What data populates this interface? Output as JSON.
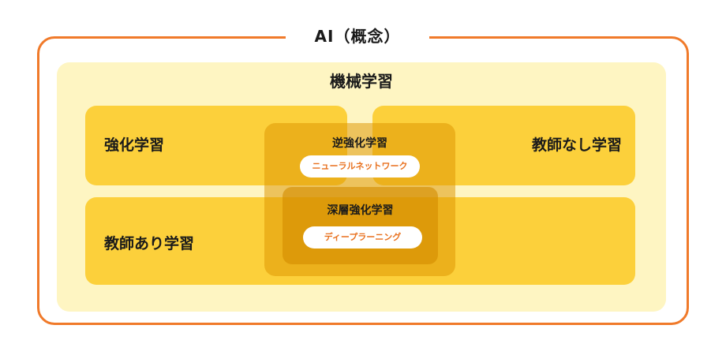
{
  "ai": {
    "title": "AI（概念）",
    "frame_color": "#f07a2a"
  },
  "machine_learning": {
    "label": "機械学習",
    "fill": "#fef5c2"
  },
  "reinforcement_learning": {
    "label": "強化学習",
    "fill": "#fcd03b"
  },
  "unsupervised_learning": {
    "label": "教師なし学習",
    "fill": "#fcd03b"
  },
  "supervised_learning": {
    "label": "教師あり学習",
    "fill": "#fcd03b"
  },
  "inverse_reinforcement_learning": {
    "label": "逆強化学習",
    "badge": "ニューラルネットワーク"
  },
  "deep_reinforcement_learning": {
    "label": "深層強化学習",
    "badge": "ディープラーニング"
  },
  "badge_text_color": "#e8711f"
}
